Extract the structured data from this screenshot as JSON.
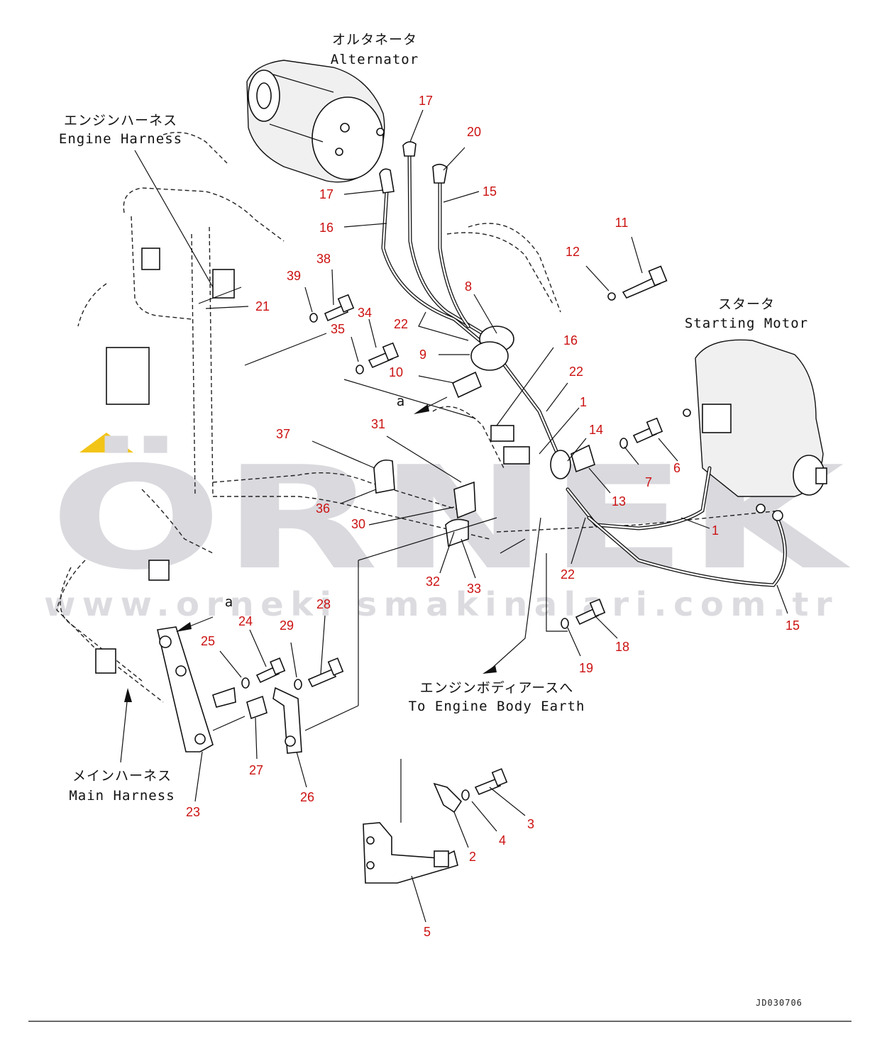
{
  "watermark": {
    "brand": "ÖRNEK",
    "url": "www.orneki smakinalari.com.tr",
    "accent_color": "#f2c418",
    "gray_color": "#d9d9de"
  },
  "captions": {
    "alternator_jp": "オルタネータ",
    "alternator_en": "Alternator",
    "engine_harness_jp": "エンジンハーネス",
    "engine_harness_en": "Engine Harness",
    "starting_motor_jp": "スタータ",
    "starting_motor_en": "Starting Motor",
    "main_harness_jp": "メインハーネス",
    "main_harness_en": "Main Harness",
    "engine_earth_jp": "エンジンボディアースへ",
    "engine_earth_en": "To Engine Body Earth",
    "view_a_1": "a",
    "view_a_2": "a"
  },
  "document_id": "JD030706",
  "callouts": {
    "c17a": "17",
    "c20": "20",
    "c17b": "17",
    "c15a": "15",
    "c16a": "16",
    "c11": "11",
    "c12": "12",
    "c38": "38",
    "c39": "39",
    "c21": "21",
    "c34": "34",
    "c35": "35",
    "c8": "8",
    "c22a": "22",
    "c9": "9",
    "c10": "10",
    "c16b": "16",
    "c22b": "22",
    "c1a": "1",
    "c14": "14",
    "c6": "6",
    "c7": "7",
    "c13": "13",
    "c1b": "1",
    "c31": "31",
    "c37": "37",
    "c36": "36",
    "c30": "30",
    "c32": "32",
    "c33": "33",
    "c22c": "22",
    "c15b": "15",
    "c18": "18",
    "c19": "19",
    "c24": "24",
    "c25": "25",
    "c29": "29",
    "c28": "28",
    "c27": "27",
    "c26": "26",
    "c23": "23",
    "c3": "3",
    "c4": "4",
    "c2": "2",
    "c5": "5"
  }
}
